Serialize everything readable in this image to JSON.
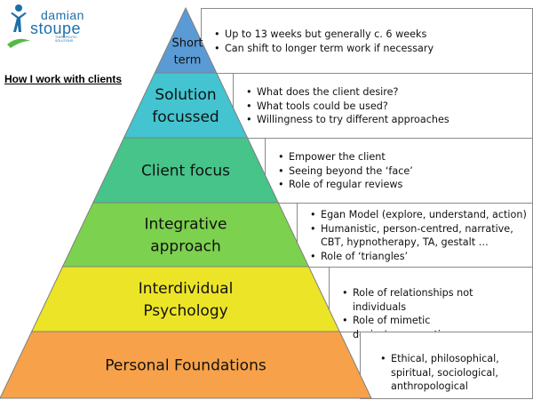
{
  "logo": {
    "top": "damian",
    "bottom": "stoupe",
    "tagline": "THERAPEUTIC SOLUTIONS"
  },
  "heading": "How I work with clients",
  "tiers": [
    {
      "lines": [
        "Short",
        "term"
      ],
      "color": "#5b9bd5",
      "bullets": [
        "Up to 13 weeks but generally c. 6 weeks",
        "Can shift to longer term work if necessary"
      ]
    },
    {
      "lines": [
        "Solution",
        "focussed"
      ],
      "color": "#44c4d0",
      "bullets": [
        "What does the client desire?",
        "What tools could be used?",
        "Willingness to try different approaches"
      ]
    },
    {
      "lines": [
        "Client focus"
      ],
      "color": "#46c48a",
      "bullets": [
        "Empower the client",
        "Seeing beyond the ‘face’",
        "Role of regular reviews"
      ]
    },
    {
      "lines": [
        "Integrative",
        "approach"
      ],
      "color": "#7cd14e",
      "bullets": [
        "Egan Model (explore, understand, action)",
        "Humanistic, person-centred, narrative, CBT, hypnotherapy, TA, gestalt …",
        "Role of ‘triangles’"
      ]
    },
    {
      "lines": [
        "Interdividual",
        "Psychology"
      ],
      "color": "#ece427",
      "bullets": [
        "Role of relationships not individuals",
        "Role of mimetic desire/scapegoating"
      ]
    },
    {
      "lines": [
        "Personal Foundations"
      ],
      "color": "#f7a24a",
      "bullets": [
        "Ethical, philosophical, spiritual, sociological, anthropological"
      ]
    }
  ]
}
